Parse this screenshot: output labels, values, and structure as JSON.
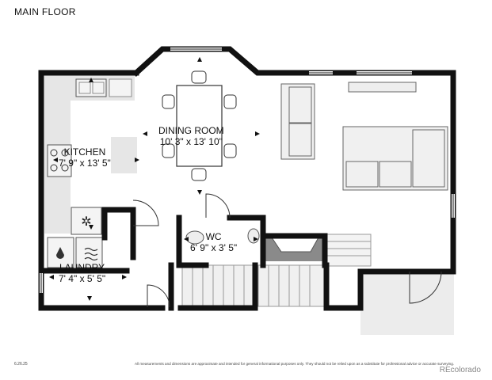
{
  "plan": {
    "title": "MAIN FLOOR",
    "rooms": {
      "dining": {
        "name": "DINING ROOM",
        "dims": "10' 3\" x 13' 10\""
      },
      "kitchen": {
        "name": "KITCHEN",
        "dims": "7' 9\" x 13' 5\""
      },
      "wc": {
        "name": "WC",
        "dims": "6' 9\" x 3' 5\""
      },
      "laundry": {
        "name": "LAUNDRY",
        "dims": "7' 4\" x 5' 5\""
      }
    }
  },
  "footer": {
    "date": "6.26.25",
    "disclaimer": "All measurements and dimensions are approximate and intended for general informational purposes only. They should not be relied upon as a substitute for professional advice or accurate surveying.",
    "brand": "REcolorado"
  },
  "colors": {
    "wall": "#111111",
    "fixture": "#e6e6e6",
    "fixture_stroke": "#999999",
    "fireplace": "#8a8a8a"
  }
}
